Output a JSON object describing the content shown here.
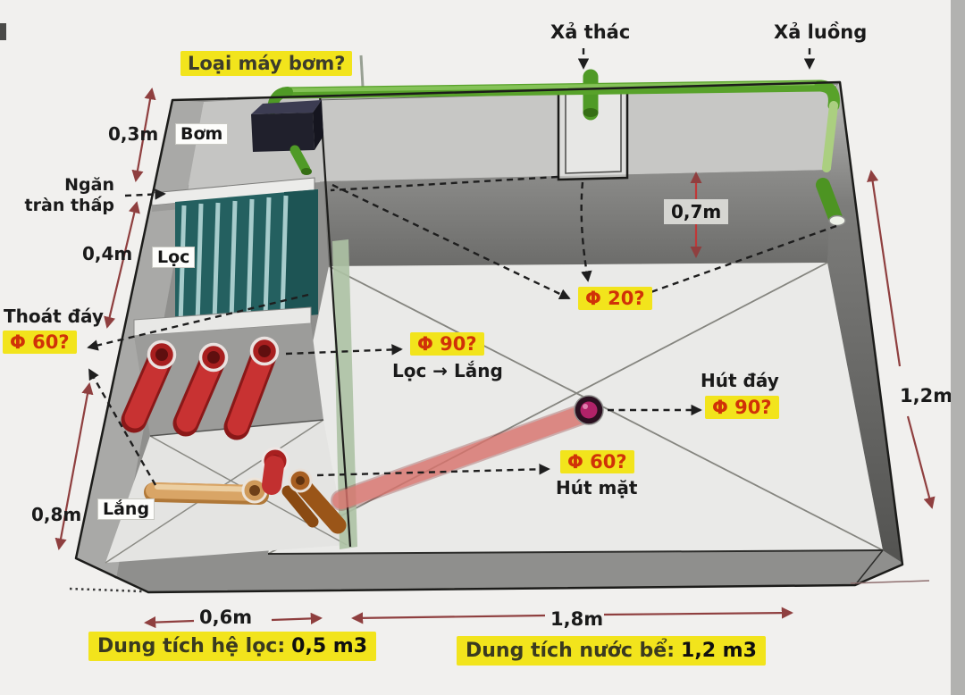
{
  "labels": {
    "pump_type_question": "Loại máy bơm?",
    "waterfall_discharge": "Xả thác",
    "stream_discharge": "Xả luồng",
    "pump": "Bơm",
    "low_overflow": "Ngăn tràn thấp",
    "filter": "Lọc",
    "settling": "Lắng",
    "bottom_drain": "Thoát đáy",
    "filter_to_settling": "Lọc → Lắng",
    "bottom_suction": "Hút đáy",
    "surface_suction": "Hút mặt"
  },
  "pipe_sizes": {
    "drain_60": "Φ 60?",
    "filter_to_settling_90": "Φ 90?",
    "top_20": "Φ 20?",
    "bottom_suction_90": "Φ 90?",
    "surface_suction_60": "Φ 60?"
  },
  "dimensions": {
    "pump_section_height": "0,3m",
    "filter_section_height": "0,4m",
    "settling_section_height": "0,8m",
    "water_depth": "0,7m",
    "tank_height": "1,2m",
    "filter_width": "0,6m",
    "tank_width": "1,8m"
  },
  "captions": {
    "filter_volume_label": "Dung tích hệ lọc:",
    "filter_volume_value": "0,5 m3",
    "tank_volume_label": "Dung tích nước bể:",
    "tank_volume_value": "1,2 m3"
  },
  "colors": {
    "highlight": "#f2e41c",
    "pipe_size_text": "#d03208",
    "dimension_line": "#8f3f3f",
    "green_pipe": "#58a22a",
    "red_pipe": "#c23030",
    "teal_plate": "#246060"
  }
}
